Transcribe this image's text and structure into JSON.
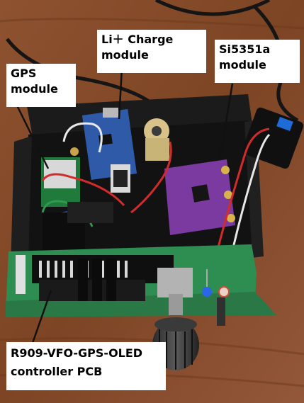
{
  "labels": {
    "charge": [
      "Li＋ Charge",
      "module"
    ],
    "gps": [
      "GPS",
      "module"
    ],
    "si5351": [
      "Si5351a",
      "module"
    ],
    "pcb": [
      "R909-VFO-GPS-OLED",
      "controller PCB"
    ]
  },
  "colors": {
    "table_wood": "#8a4e2a",
    "enclosure": "#181818",
    "gps_board": "#1f7a3b",
    "charge_board": "#2f5aa8",
    "si5351_board": "#7a3aa0",
    "pcb_board": "#2e8d50",
    "label_bg": "#ffffff",
    "label_text": "#000000",
    "pointer_line": "#111111"
  }
}
